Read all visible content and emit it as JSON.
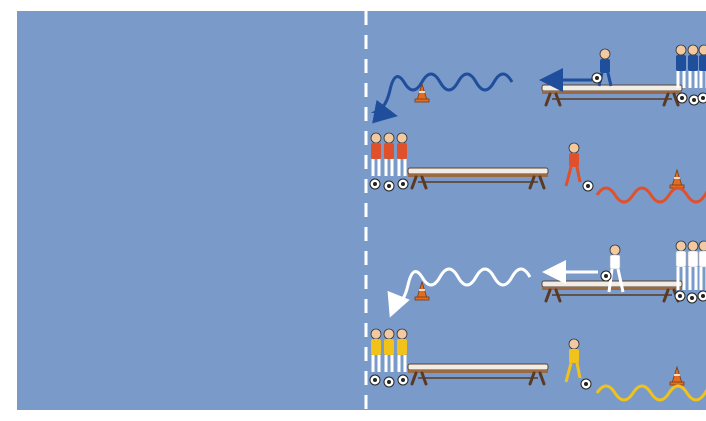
{
  "colors": {
    "field": "#7a9bc9",
    "border": "#ffffff",
    "centerline": "#ffffff",
    "bench_top": "#f2ede4",
    "bench_wood": "#9b6a45",
    "cone": "#e26d22",
    "blue_team": "#1f4e9c",
    "red_team": "#e0502a",
    "white_team": "#ffffff",
    "yellow_team": "#f0c21a",
    "arrow_blue": "#1f4e9c",
    "arrow_red": "#e0502a",
    "arrow_white": "#ffffff",
    "arrow_yellow": "#f0c21a"
  },
  "drills": [
    {
      "team": "blue",
      "players_in_line": 3,
      "line_side": "right",
      "icons": [
        "bench-icon",
        "cone-icon",
        "ball-icon",
        "player-icon"
      ]
    },
    {
      "team": "red",
      "players_in_line": 3,
      "line_side": "left",
      "icons": [
        "bench-icon",
        "cone-icon",
        "ball-icon",
        "player-icon"
      ]
    },
    {
      "team": "white",
      "players_in_line": 3,
      "line_side": "right",
      "icons": [
        "bench-icon",
        "cone-icon",
        "ball-icon",
        "player-icon"
      ]
    },
    {
      "team": "yellow",
      "players_in_line": 3,
      "line_side": "left",
      "icons": [
        "bench-icon",
        "cone-icon",
        "ball-icon",
        "player-icon"
      ]
    }
  ]
}
